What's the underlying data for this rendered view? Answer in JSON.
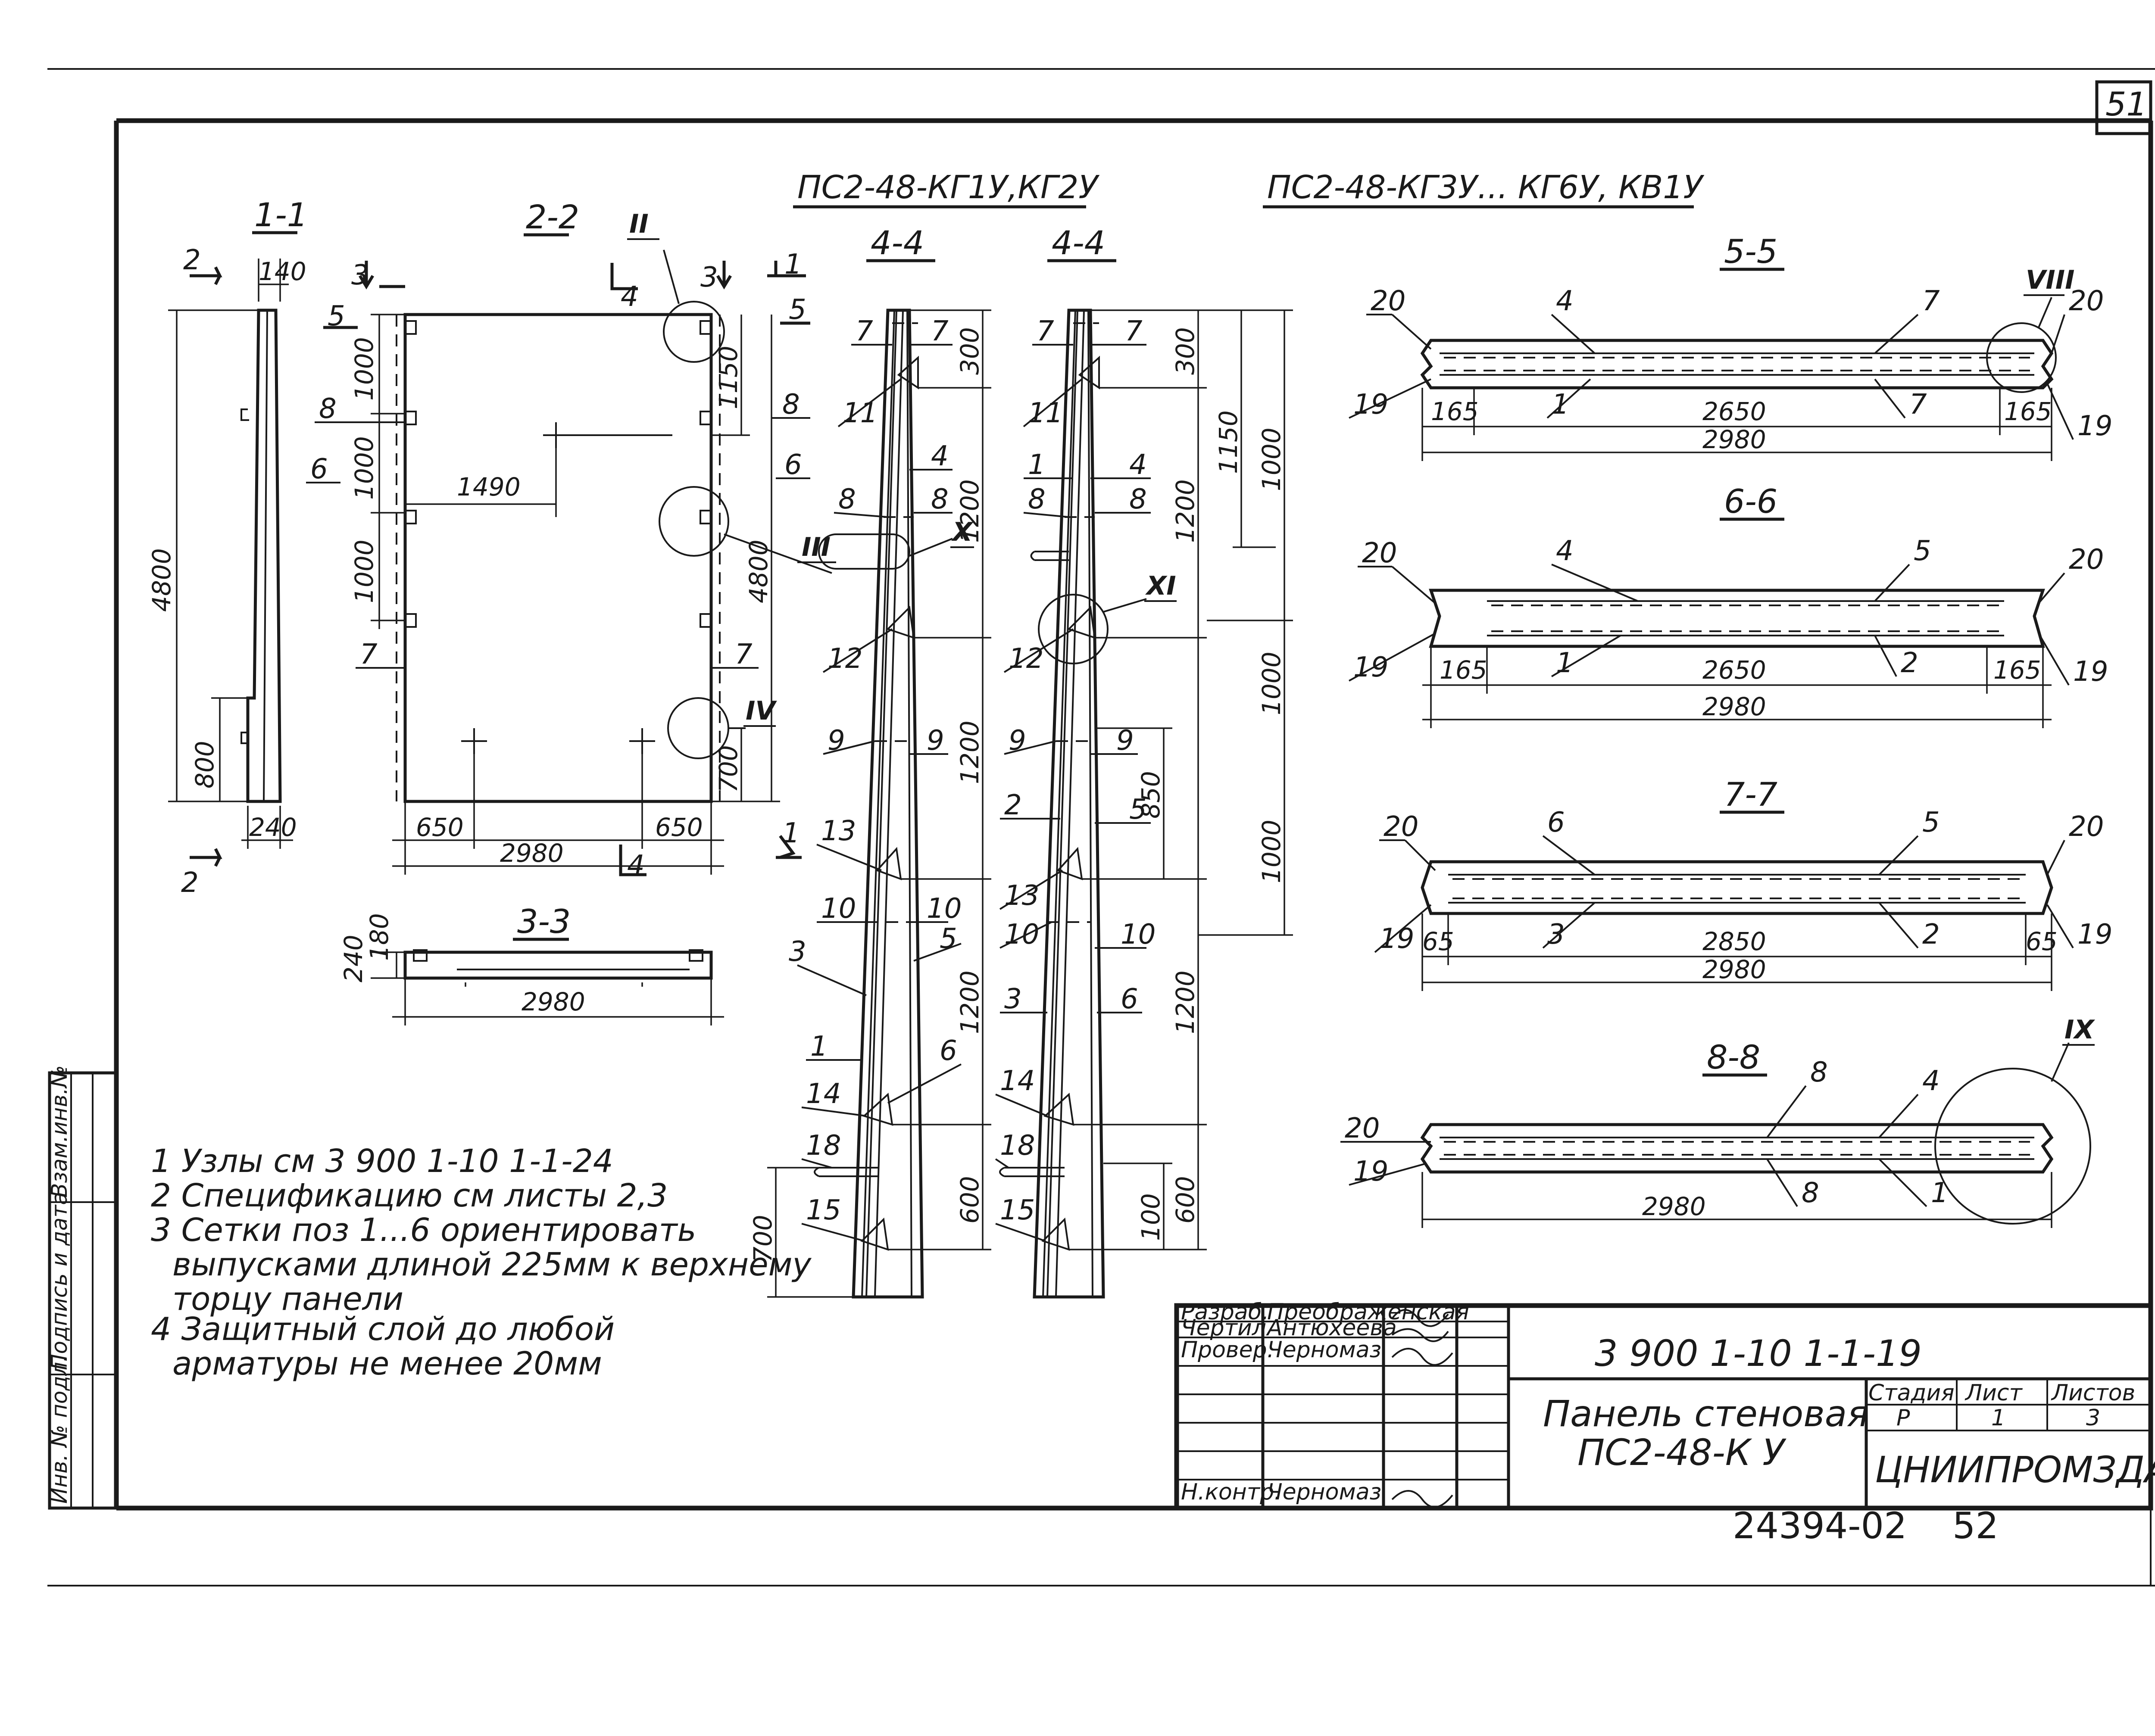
{
  "sheet_number": "51",
  "headers": {
    "left": "ПС2-48-КГ1У,КГ2У",
    "right": "ПС2-48-КГ3У... КГ6У, КВ1У"
  },
  "sections": {
    "s11": "1-1",
    "s22": "2-2",
    "s33": "3-3",
    "s44a": "4-4",
    "s44b": "4-4",
    "s55": "5-5",
    "s66": "6-6",
    "s77": "7-7",
    "s88": "8-8"
  },
  "section_markers": {
    "m2": "2",
    "m3": "3",
    "m4": "4",
    "m1": "1",
    "m5": "5"
  },
  "nodes": {
    "II": "II",
    "III": "III",
    "IV": "IV",
    "X": "X",
    "XI": "XI",
    "VIII": "VIII",
    "IX": "IX"
  },
  "dims": {
    "d140": "140",
    "d4800": "4800",
    "d800": "800",
    "d240": "240",
    "d1000a": "1000",
    "d1000b": "1000",
    "d1000c": "1000",
    "d1490": "1490",
    "d1150": "1150",
    "d4800b": "4800",
    "d700": "700",
    "d650a": "650",
    "d650b": "650",
    "d2980a": "2980",
    "d300a": "300",
    "d1200a": "1200",
    "d1200b": "1200",
    "d1200c": "1200",
    "d600a": "600",
    "d700b": "700",
    "d300b": "300",
    "d1200d": "1200",
    "d1150b": "1150",
    "d850": "850",
    "d1200e": "1200",
    "d600b": "600",
    "d100": "100",
    "d1000d": "1000",
    "d1000e": "1000",
    "d1000f": "1000",
    "d240b": "240",
    "d180": "180",
    "d2980b": "2980",
    "d165a": "165",
    "d2650a": "2650",
    "d165b": "165",
    "d2980c": "2980",
    "d165c": "165",
    "d2650b": "2650",
    "d165d": "165",
    "d2980d": "2980",
    "d65a": "65",
    "d2850": "2850",
    "d65b": "65",
    "d2980e": "2980",
    "d2980f": "2980"
  },
  "pos": {
    "p5": "5",
    "p8": "8",
    "p6": "6",
    "p7": "7",
    "r5": "5",
    "r8": "8",
    "r6": "6",
    "r7": "7",
    "a7": "7",
    "a7b": "7",
    "a11": "11",
    "a4": "4",
    "a8": "8",
    "a8b": "8",
    "a12": "12",
    "a9": "9",
    "a9b": "9",
    "a13": "13",
    "a10": "10",
    "a10b": "10",
    "a5": "5",
    "a3": "3",
    "a1": "1",
    "a6": "6",
    "a14": "14",
    "a18": "18",
    "a15": "15",
    "b7": "7",
    "b7b": "7",
    "b11": "11",
    "b1": "1",
    "b4": "4",
    "b8": "8",
    "b8b": "8",
    "b12": "12",
    "b9": "9",
    "b9b": "9",
    "b2": "2",
    "b5": "5",
    "b13": "13",
    "b10": "10",
    "b10b": "10",
    "b3": "3",
    "b6": "6",
    "b14": "14",
    "b18": "18",
    "b15": "15",
    "c20": "20",
    "c4": "4",
    "c7": "7",
    "c20b": "20",
    "c19": "19",
    "c1": "1",
    "c7b": "7",
    "c19b": "19",
    "e20": "20",
    "e4": "4",
    "e5": "5",
    "e20b": "20",
    "e19": "19",
    "e1": "1",
    "e2": "2",
    "e19b": "19",
    "f20": "20",
    "f6": "6",
    "f5": "5",
    "f20b": "20",
    "f19": "19",
    "f3": "3",
    "f2": "2",
    "f19b": "19",
    "g8": "8",
    "g4": "4",
    "g20": "20",
    "g19": "19",
    "g8b": "8",
    "g1": "1"
  },
  "notes": [
    "1 Узлы см 3 900 1-10 1-1-24",
    "2 Спецификацию см листы 2,3",
    "3 Сетки поз 1...6 ориентировать",
    "выпусками длиной 225мм к верхнему",
    "торцу панели",
    "4 Защитный слой до любой",
    "арматуры не менее 20мм"
  ],
  "side_stamp": {
    "c1": "Инв. № подл.",
    "c2": "Подпись и дата",
    "c3": "Взам.инв.№"
  },
  "title_block": {
    "roles": [
      "Разраб.",
      "Чертил",
      "Провер.",
      "",
      "",
      "",
      "Н.контр."
    ],
    "names": [
      "Преображенская",
      "Антюхеева",
      "Черномаз",
      "",
      "",
      "",
      "Черномаз"
    ],
    "doc_code": "3 900 1-10 1-1-19",
    "title_line1": "Панель стеновая",
    "title_line2": "ПС2-48-К   У",
    "stage_label": "Стадия",
    "sheet_label": "Лист",
    "sheets_label": "Листов",
    "stage": "Р",
    "sheet": "1",
    "sheets": "3",
    "org": "ЦНИИПРОМЗДАНИЙ"
  },
  "bottom": {
    "archive": "24394-02",
    "page": "52"
  }
}
